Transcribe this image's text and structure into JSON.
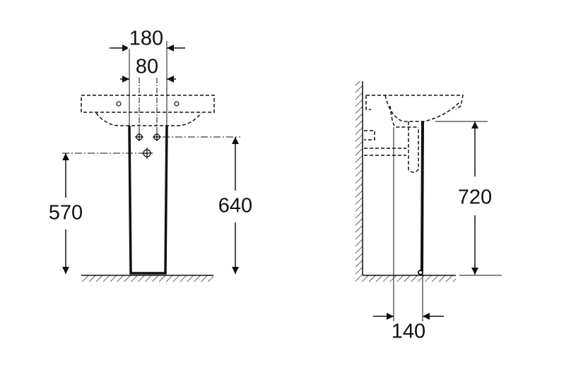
{
  "front_view": {
    "width_outer": "180",
    "width_inner": "80",
    "height_left": "570",
    "height_right": "640"
  },
  "side_view": {
    "height": "720",
    "depth": "140"
  },
  "colors": {
    "line": "#111111",
    "background": "#ffffff"
  }
}
